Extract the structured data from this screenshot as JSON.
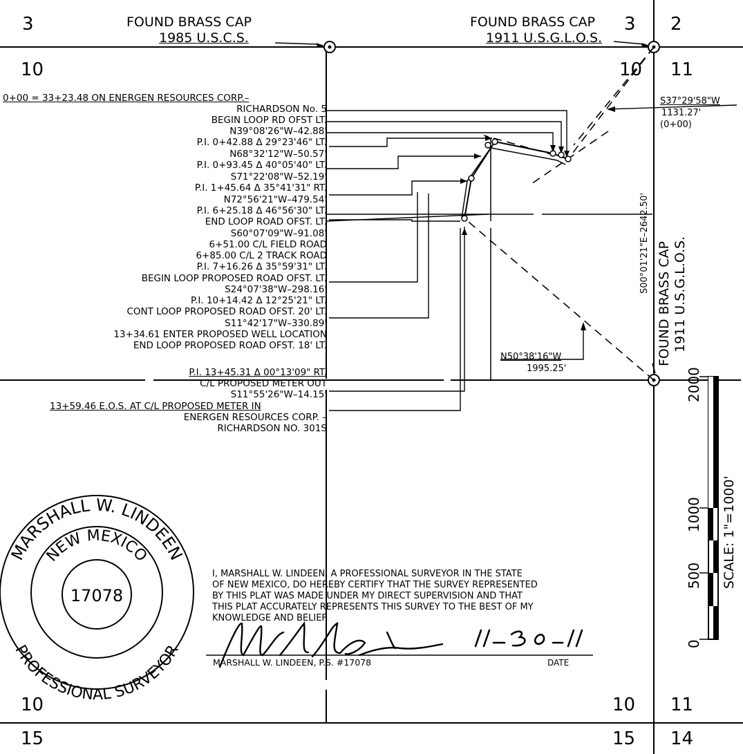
{
  "sections": {
    "top_left": "3",
    "top_right_a": "3",
    "top_right_b": "2",
    "upper_left": "10",
    "upper_mid": "10",
    "upper_right": "11",
    "lower_left": "10",
    "lower_mid": "10",
    "lower_right": "11",
    "bottom_left": "15",
    "bottom_mid": "15",
    "bottom_right": "14"
  },
  "monuments": {
    "left_line1": "FOUND BRASS CAP",
    "left_line2": "1985 U.S.C.S.",
    "right_line1": "FOUND BRASS CAP",
    "right_line2": "1911 U.S.G.L.O.S.",
    "east_line1": "FOUND BRASS CAP",
    "east_line2": "1911 U.S.G.L.O.S."
  },
  "route_labels": [
    {
      "text": "0+00 = 33+23.48 ON ENERGEN RESOURCES CORP.–",
      "underline": true
    },
    {
      "text": "RICHARDSON No. 5",
      "underline": false
    },
    {
      "text": "BEGIN LOOP RD OFST LT.",
      "underline": false
    },
    {
      "text": "N39°08'26\"W–42.88'",
      "underline": false
    },
    {
      "text": "P.I. 0+42.88 Δ 29°23'46\" LT.",
      "underline": false
    },
    {
      "text": "N68°32'12\"W–50.57'",
      "underline": false
    },
    {
      "text": "P.I. 0+93.45 Δ 40°05'40\" LT.",
      "underline": false
    },
    {
      "text": "S71°22'08\"W–52.19'",
      "underline": false
    },
    {
      "text": "P.I. 1+45.64 Δ 35°41'31\" RT.",
      "underline": false
    },
    {
      "text": "N72°56'21\"W–479.54'",
      "underline": false
    },
    {
      "text": "P.I. 6+25.18 Δ 46°56'30\" LT.",
      "underline": false
    },
    {
      "text": "END LOOP ROAD OFST. LT.",
      "underline": false
    },
    {
      "text": "S60°07'09\"W–91.08'",
      "underline": false
    },
    {
      "text": "6+51.00 C/L FIELD ROAD",
      "underline": false
    },
    {
      "text": "6+85.00 C/L 2 TRACK ROAD",
      "underline": false
    },
    {
      "text": "P.I. 7+16.26 Δ 35°59'31\" LT.",
      "underline": false
    },
    {
      "text": "BEGIN LOOP PROPOSED ROAD OFST. LT.",
      "underline": false
    },
    {
      "text": "S24°07'38\"W–298.16'",
      "underline": false
    },
    {
      "text": "P.I. 10+14.42 Δ 12°25'21\" LT.",
      "underline": false
    },
    {
      "text": "CONT LOOP PROPOSED ROAD OFST. 20' LT.",
      "underline": false
    },
    {
      "text": "S11°42'17\"W–330.89'",
      "underline": false
    },
    {
      "text": "13+34.61 ENTER PROPOSED WELL LOCATION",
      "underline": false
    },
    {
      "text": "END LOOP PROPOSED ROAD OFST. 18' LT.",
      "underline": false
    },
    {
      "text": "P.I. 13+45.31 Δ 00°13'09\" RT.",
      "underline": true
    },
    {
      "text": "C/L PROPOSED METER OUT",
      "underline": false
    },
    {
      "text": "S11°55'26\"W–14.15'",
      "underline": false
    },
    {
      "text": "13+59.46 E.O.S. AT C/L PROPOSED METER IN",
      "underline": true
    },
    {
      "text": "ENERGEN RESOURCES CORP. –",
      "underline": false
    },
    {
      "text": "RICHARDSON NO. 301S",
      "underline": false
    }
  ],
  "tie_top": {
    "bearing": "S37°29'58\"W",
    "distance": "1131.27'",
    "station": "(0+00)"
  },
  "tie_bottom": {
    "bearing": "N50°38'16\"W",
    "distance": "1995.25'"
  },
  "section_line_call": "S00°01'21\"E–2642.50'",
  "seal": {
    "name": "MARSHALL W. LINDEEN",
    "state": "NEW MEXICO",
    "number": "17078",
    "title": "PROFESSIONAL SURVEYOR"
  },
  "certificate": {
    "lines": [
      "I, MARSHALL W. LINDEEN, A PROFESSIONAL SURVEYOR IN THE STATE",
      "OF NEW MEXICO, DO HEREBY CERTIFY THAT THE SURVEY REPRESENTED",
      "BY THIS PLAT WAS MADE UNDER MY DIRECT SUPERVISION AND THAT",
      "THIS PLAT ACCURATELY REPRESENTS THIS SURVEY TO THE BEST OF MY",
      "KNOWLEDGE AND BELIEF"
    ],
    "signer": "MARSHALL W. LINDEEN, P.S. #17078",
    "date_label": "DATE",
    "date_value": "11-30-11"
  },
  "scale_bar": {
    "ticks": [
      "2000",
      "1000",
      "500",
      "0"
    ],
    "label": "SCALE: 1\"=1000'"
  }
}
